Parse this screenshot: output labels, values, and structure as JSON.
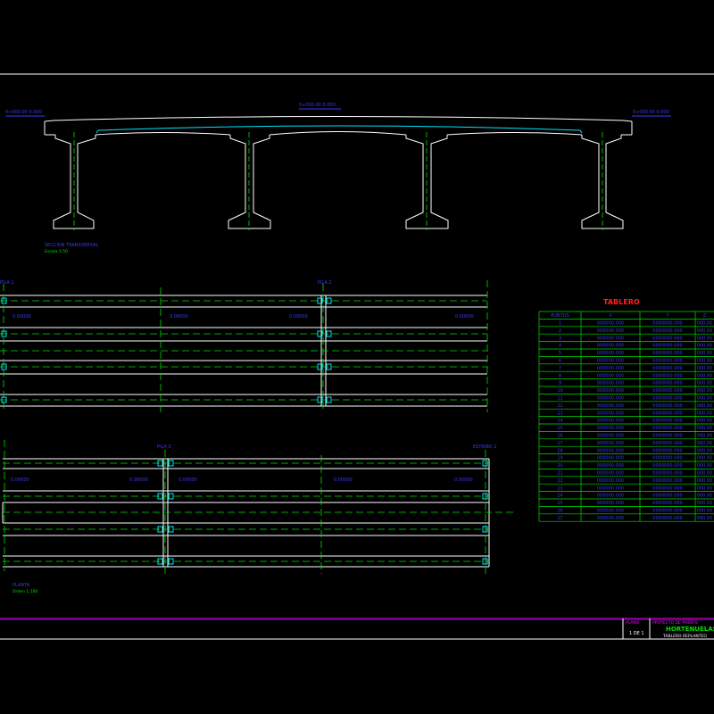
{
  "colors": {
    "background": "#000000",
    "white": "#ffffff",
    "blue": "#3a3aff",
    "green": "#00e000",
    "cyan": "#00e5ff",
    "red": "#ff2020",
    "magenta": "#ff00ff"
  },
  "section": {
    "top_left_label": "0+000.00 0.000",
    "top_center_label": "0+000.00 0.000",
    "top_right_label": "0+000.00 0.000",
    "title": "SECCION TRANSVERSAL",
    "scale": "Escala 1:50"
  },
  "plan": {
    "upper": {
      "left_label": "PILA 1",
      "mid_label": "PILA 2",
      "beam_labels": [
        "0.00000",
        "0.00000",
        "0.00000",
        "0.00000"
      ]
    },
    "lower": {
      "left_label": "PILA 3",
      "right_label": "ESTRIBO 2",
      "beam_labels": [
        "0.00000",
        "0.00000",
        "0.00000",
        "0.00000",
        "0.00000"
      ],
      "title": "PLANTA",
      "scale": "Orden 1:100"
    }
  },
  "table": {
    "title": "TABLERO",
    "headers": [
      "PUNTOS",
      "X",
      "Y",
      "Z"
    ],
    "rows": [
      [
        "1",
        "000000.000",
        "0000000.000",
        "000.00"
      ],
      [
        "2",
        "000000.000",
        "0000000.000",
        "000.00"
      ],
      [
        "3",
        "000000.000",
        "0000000.000",
        "000.00"
      ],
      [
        "4",
        "000000.000",
        "0000000.000",
        "000.00"
      ],
      [
        "5",
        "000000.000",
        "0000000.000",
        "000.00"
      ],
      [
        "6",
        "000000.000",
        "0000000.000",
        "000.00"
      ],
      [
        "7",
        "000000.000",
        "0000000.000",
        "000.00"
      ],
      [
        "8",
        "000000.000",
        "0000000.000",
        "000.00"
      ],
      [
        "9",
        "000000.000",
        "0000000.000",
        "000.00"
      ],
      [
        "10",
        "000000.000",
        "0000000.000",
        "000.00"
      ],
      [
        "11",
        "000000.000",
        "0000000.000",
        "000.00"
      ],
      [
        "12",
        "000000.000",
        "0000000.000",
        "000.00"
      ],
      [
        "13",
        "000000.000",
        "0000000.000",
        "000.00"
      ],
      [
        "14",
        "000000.000",
        "0000000.000",
        "000.00"
      ],
      [
        "15",
        "000000.000",
        "0000000.000",
        "000.00"
      ],
      [
        "16",
        "000000.000",
        "0000000.000",
        "000.00"
      ],
      [
        "17",
        "000000.000",
        "0000000.000",
        "000.00"
      ],
      [
        "18",
        "000000.000",
        "0000000.000",
        "000.00"
      ],
      [
        "19",
        "000000.000",
        "0000000.000",
        "000.00"
      ],
      [
        "20",
        "000000.000",
        "0000000.000",
        "000.00"
      ],
      [
        "21",
        "000000.000",
        "0000000.000",
        "000.00"
      ],
      [
        "22",
        "000000.000",
        "0000000.000",
        "000.00"
      ],
      [
        "23",
        "000000.000",
        "0000000.000",
        "000.00"
      ],
      [
        "24",
        "000000.000",
        "0000000.000",
        "000.00"
      ],
      [
        "25",
        "000000.000",
        "0000000.000",
        "000.00"
      ],
      [
        "26",
        "000000.000",
        "0000000.000",
        "000.00"
      ],
      [
        "27",
        "000000.000",
        "0000000.000",
        "000.00"
      ]
    ]
  },
  "title_block": {
    "sheet_label": "PLANO",
    "sheet_number": "1 DE 1",
    "project_label": "PROYECTO DE PUENTE",
    "project_name": "HORTENUELAS",
    "sheet_title": "TABLERO REPLANTEO"
  }
}
